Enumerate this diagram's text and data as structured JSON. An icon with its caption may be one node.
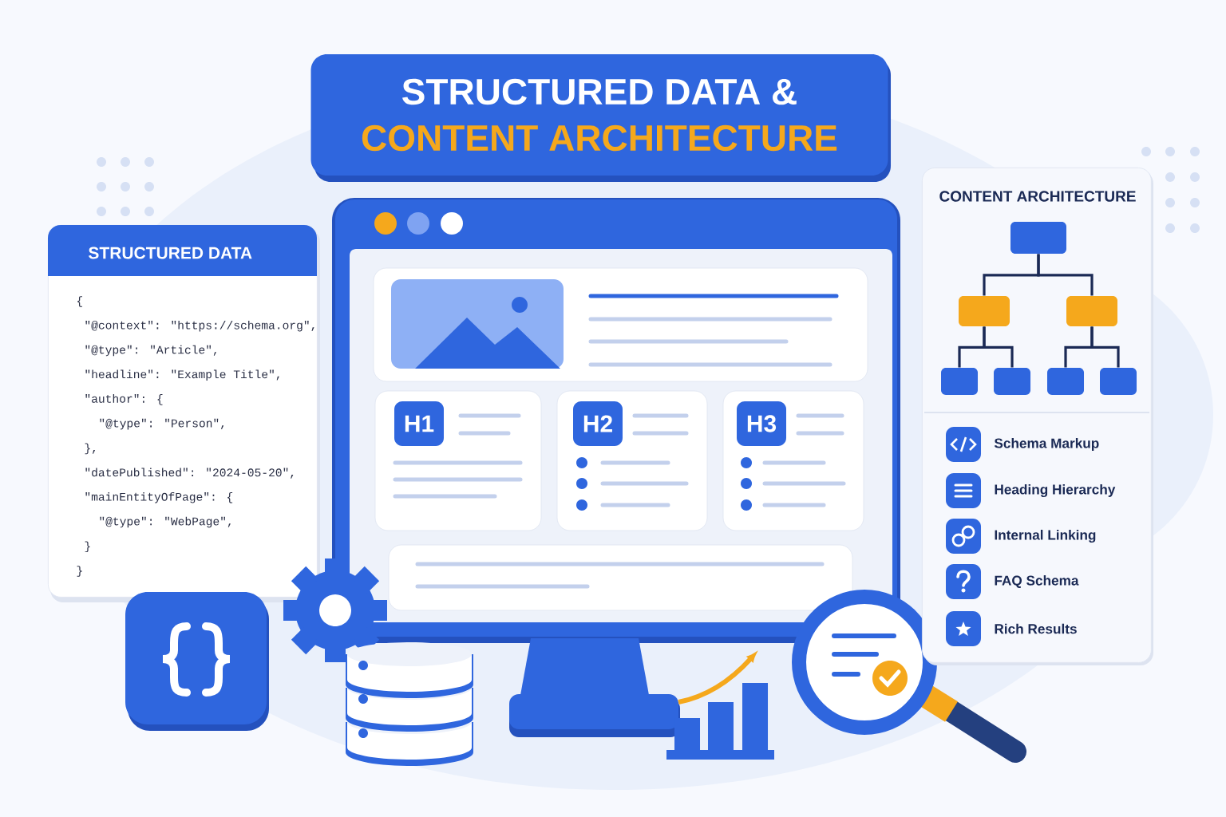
{
  "diagram": {
    "nodes": [
      {
        "text": [
          "STRUCTURED DATA &",
          "CONTENT ARCHITECTURE"
        ]
      },
      {
        "text": [
          "STRUCTURED DATA",
          "{",
          "\"@context\": \"https://schema.org\",",
          "\"@type\": \"Article\",",
          "\"headline\": \"Example Title\",",
          "\"author\": {",
          "\"@type\": \"Person\",",
          "},",
          "\"datePublished\": \"2024-05-20\",",
          "\"mainEntityOfPage\": {",
          "\"@type\": \"WebPage\",",
          "}",
          "}"
        ]
      },
      {
        "text": [
          "CONTENT ARCHITECTURE",
          "Schema Markup",
          "Heading Hierarchy",
          "Internal Linking",
          "FAQ Schema",
          "Rich Results"
        ]
      },
      {
        "text": [],
        "shape": "box",
        "in": 2
      },
      {
        "text": [],
        "shape": "box",
        "in": 2
      },
      {
        "text": [],
        "shape": "box",
        "in": 2
      },
      {
        "text": [],
        "shape": "box",
        "in": 2
      },
      {
        "text": [],
        "shape": "box",
        "in": 2
      },
      {
        "text": [],
        "shape": "box",
        "in": 2
      },
      {
        "text": [],
        "shape": "box",
        "in": 2
      }
    ],
    "edges": [
      {
        "from": 3,
        "to": 4,
        "arrow": "none"
      },
      {
        "from": 3,
        "to": 5,
        "arrow": "none"
      },
      {
        "from": 4,
        "to": 6,
        "arrow": "none"
      },
      {
        "from": 4,
        "to": 7,
        "arrow": "none"
      },
      {
        "from": 5,
        "to": 8,
        "arrow": "none"
      },
      {
        "from": 5,
        "to": 9,
        "arrow": "none"
      }
    ],
    "labels": [
      "H1",
      "H2",
      "H3"
    ]
  }
}
